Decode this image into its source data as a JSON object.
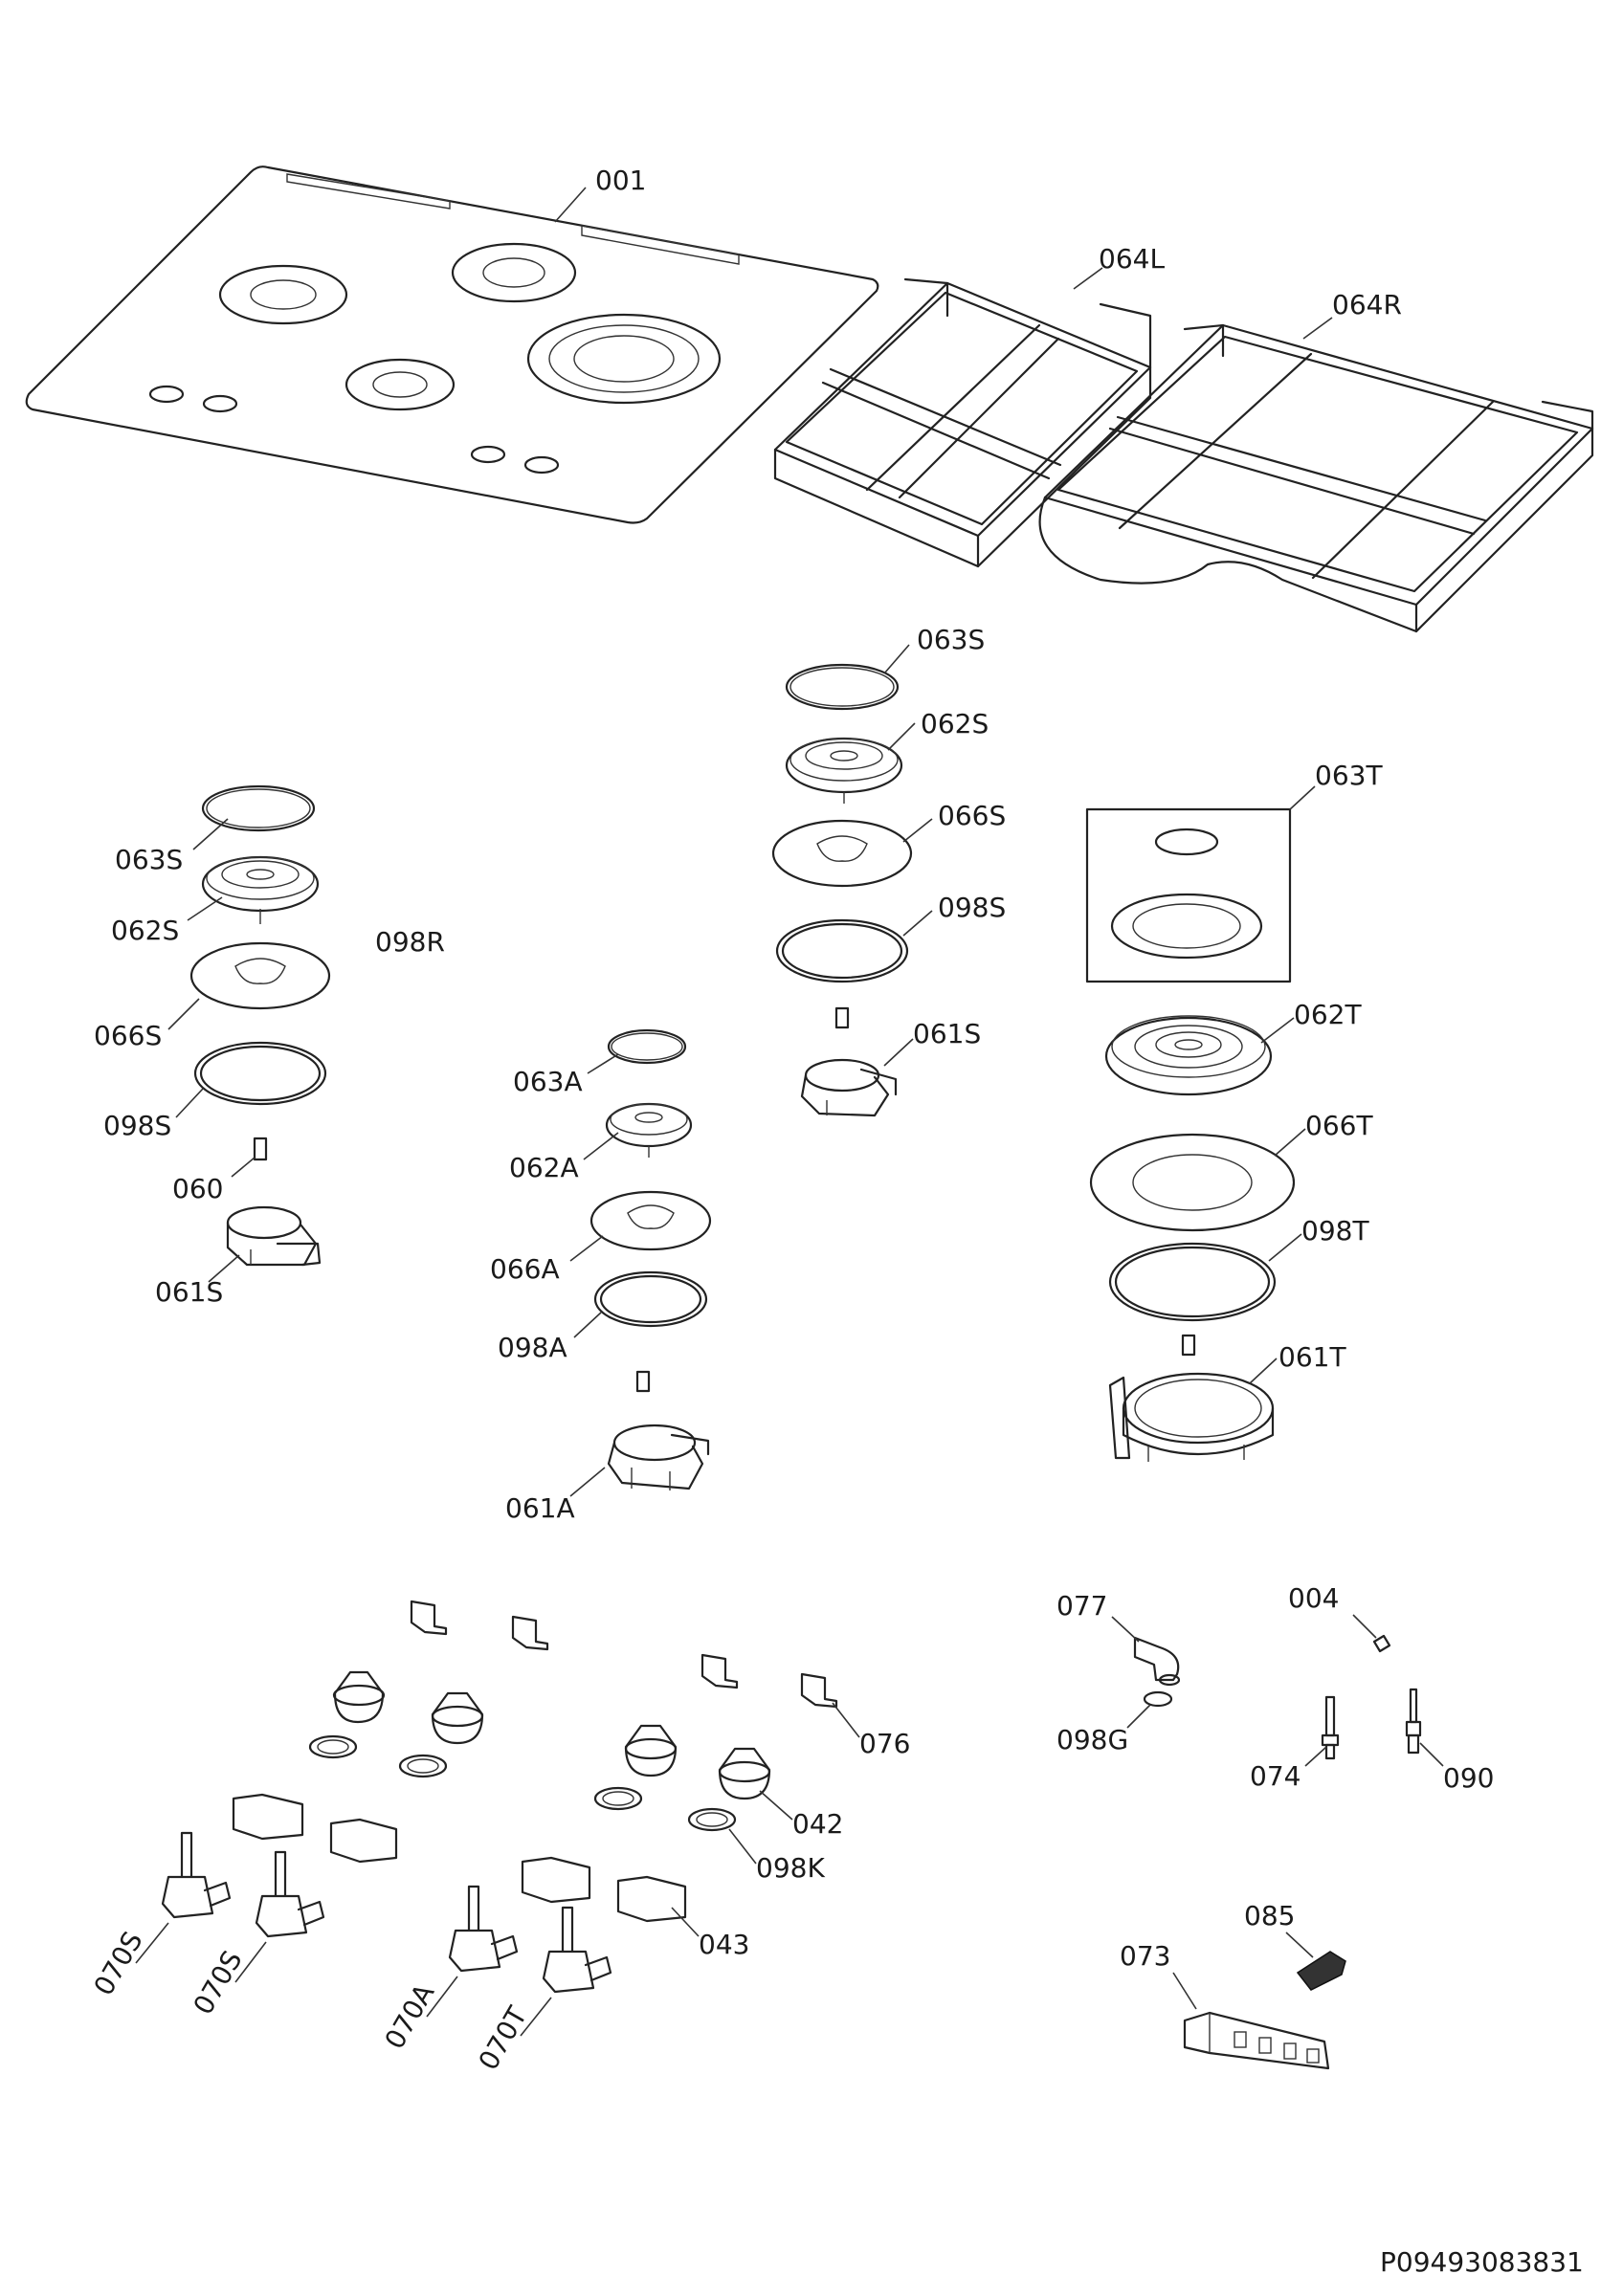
{
  "diagram": {
    "drawing_number": "P09493083831",
    "labels": {
      "hob_top": "001",
      "pan_support_left": "064L",
      "pan_support_right": "064R",
      "left_cap_ring": "063S",
      "left_crown": "062S",
      "left_seal_plate": "066S",
      "left_gasket": "098S",
      "injector": "060",
      "left_base": "061S",
      "extra_ref": "098R",
      "aux_cap_ring": "063A",
      "aux_crown": "062A",
      "aux_seal_plate": "066A",
      "aux_gasket": "098A",
      "aux_base": "061A",
      "mid_cap_ring": "063S",
      "mid_crown": "062S",
      "mid_seal_plate": "066S",
      "mid_gasket": "098S",
      "mid_base": "061S",
      "triple_cap_set": "063T",
      "triple_crown": "062T",
      "triple_seal_plate": "066T",
      "triple_gasket": "098T",
      "triple_base": "061T",
      "bracket": "076",
      "knob": "042",
      "knob_seal": "098K",
      "tap_bracket": "043",
      "valve_s1": "070S",
      "valve_s2": "070S",
      "valve_a": "070A",
      "valve_t": "070T",
      "elbow": "077",
      "elbow_seal": "098G",
      "clip": "004",
      "thermocouple": "074",
      "spark_plug": "090",
      "switch": "085",
      "ignition_unit": "073"
    }
  }
}
